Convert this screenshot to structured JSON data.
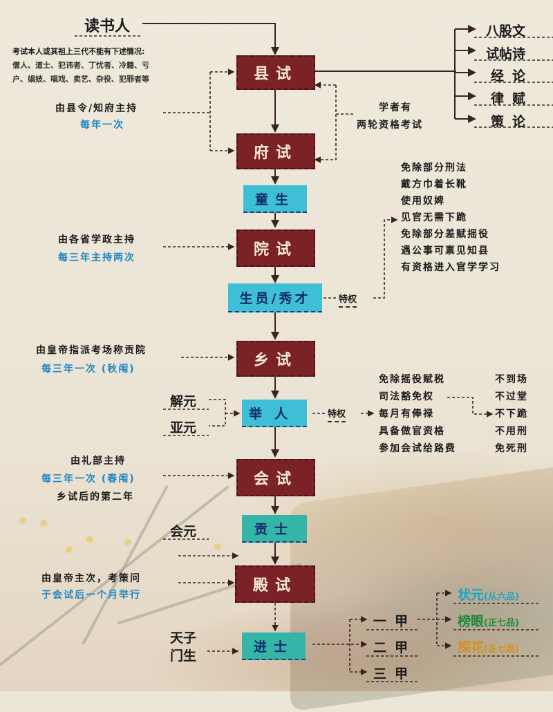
{
  "title_node": "读书人",
  "restriction": {
    "heading": "考试本人或其祖上三代不能有下述情况:",
    "line1": "僧人、道士、犯讳者、丁忧者、冷籍、亏",
    "line2": "户、娼妓、唱戏、卖艺、杂役、犯罪者等"
  },
  "exams": {
    "xianshi": "县试",
    "fushi": "府试",
    "yuanshi": "院试",
    "xiangshi": "乡试",
    "huishi": "会试",
    "dianshi": "殿试"
  },
  "titles": {
    "tongsheng": "童生",
    "shengyuan": "生员/秀才",
    "juren": "举人",
    "gongshi": "贡士",
    "jinshi": "进士"
  },
  "xianshi_subjects": [
    "八股文",
    "试帖诗",
    "经论",
    "律赋",
    "策论"
  ],
  "notes": {
    "xianshi_host": "由县令/知府主持",
    "xianshi_freq": "每年一次",
    "two_rounds_1": "学者有",
    "two_rounds_2": "两轮资格考试",
    "yuanshi_host": "由各省学政主持",
    "yuanshi_freq": "每三年主持两次",
    "xiangshi_host": "由皇帝指派考场称贡院",
    "xiangshi_freq": "每三年一次 (秋闱)",
    "huishi_host": "由礼部主持",
    "huishi_freq": "每三年一次 (春闱)",
    "huishi_when": "乡试后的第二年",
    "dianshi_host": "由皇帝主次，考策问",
    "dianshi_when": "于会试后一个月举行"
  },
  "privilege_label": "特权",
  "shengyuan_privileges": [
    "免除部分刑法",
    "戴方巾着长靴",
    "使用奴婢",
    "见官无需下跪",
    "免除部分差赋摇役",
    "遇公事可禀见知县",
    "有资格进入官学学习"
  ],
  "juren_privileges": [
    "免除摇役赋税",
    "司法豁免权",
    "每月有俸禄",
    "具备做官资格",
    "参加会试给路费"
  ],
  "judicial_immunity": [
    "不到场",
    "不过堂",
    "不下跪",
    "不用刑",
    "免死刑"
  ],
  "juren_ranks": [
    "解元",
    "亚元"
  ],
  "gongshi_rank": "会元",
  "jinshi_label_1": "天子",
  "jinshi_label_2": "门生",
  "jia": [
    "一甲",
    "二甲",
    "三甲"
  ],
  "top_three": [
    {
      "name": "状元",
      "rank": "(从六品)"
    },
    {
      "name": "榜眼",
      "rank": "(正七品)"
    },
    {
      "name": "探花",
      "rank": "(正七品)"
    }
  ],
  "colors": {
    "exam_box": "#7b2226",
    "title_box": "#3fbfd6",
    "note_blue": "#1f86c4",
    "zhuangyuan": "#1aa6c4",
    "bangyan": "#1d8a3a",
    "tanhua": "#d4911e"
  }
}
